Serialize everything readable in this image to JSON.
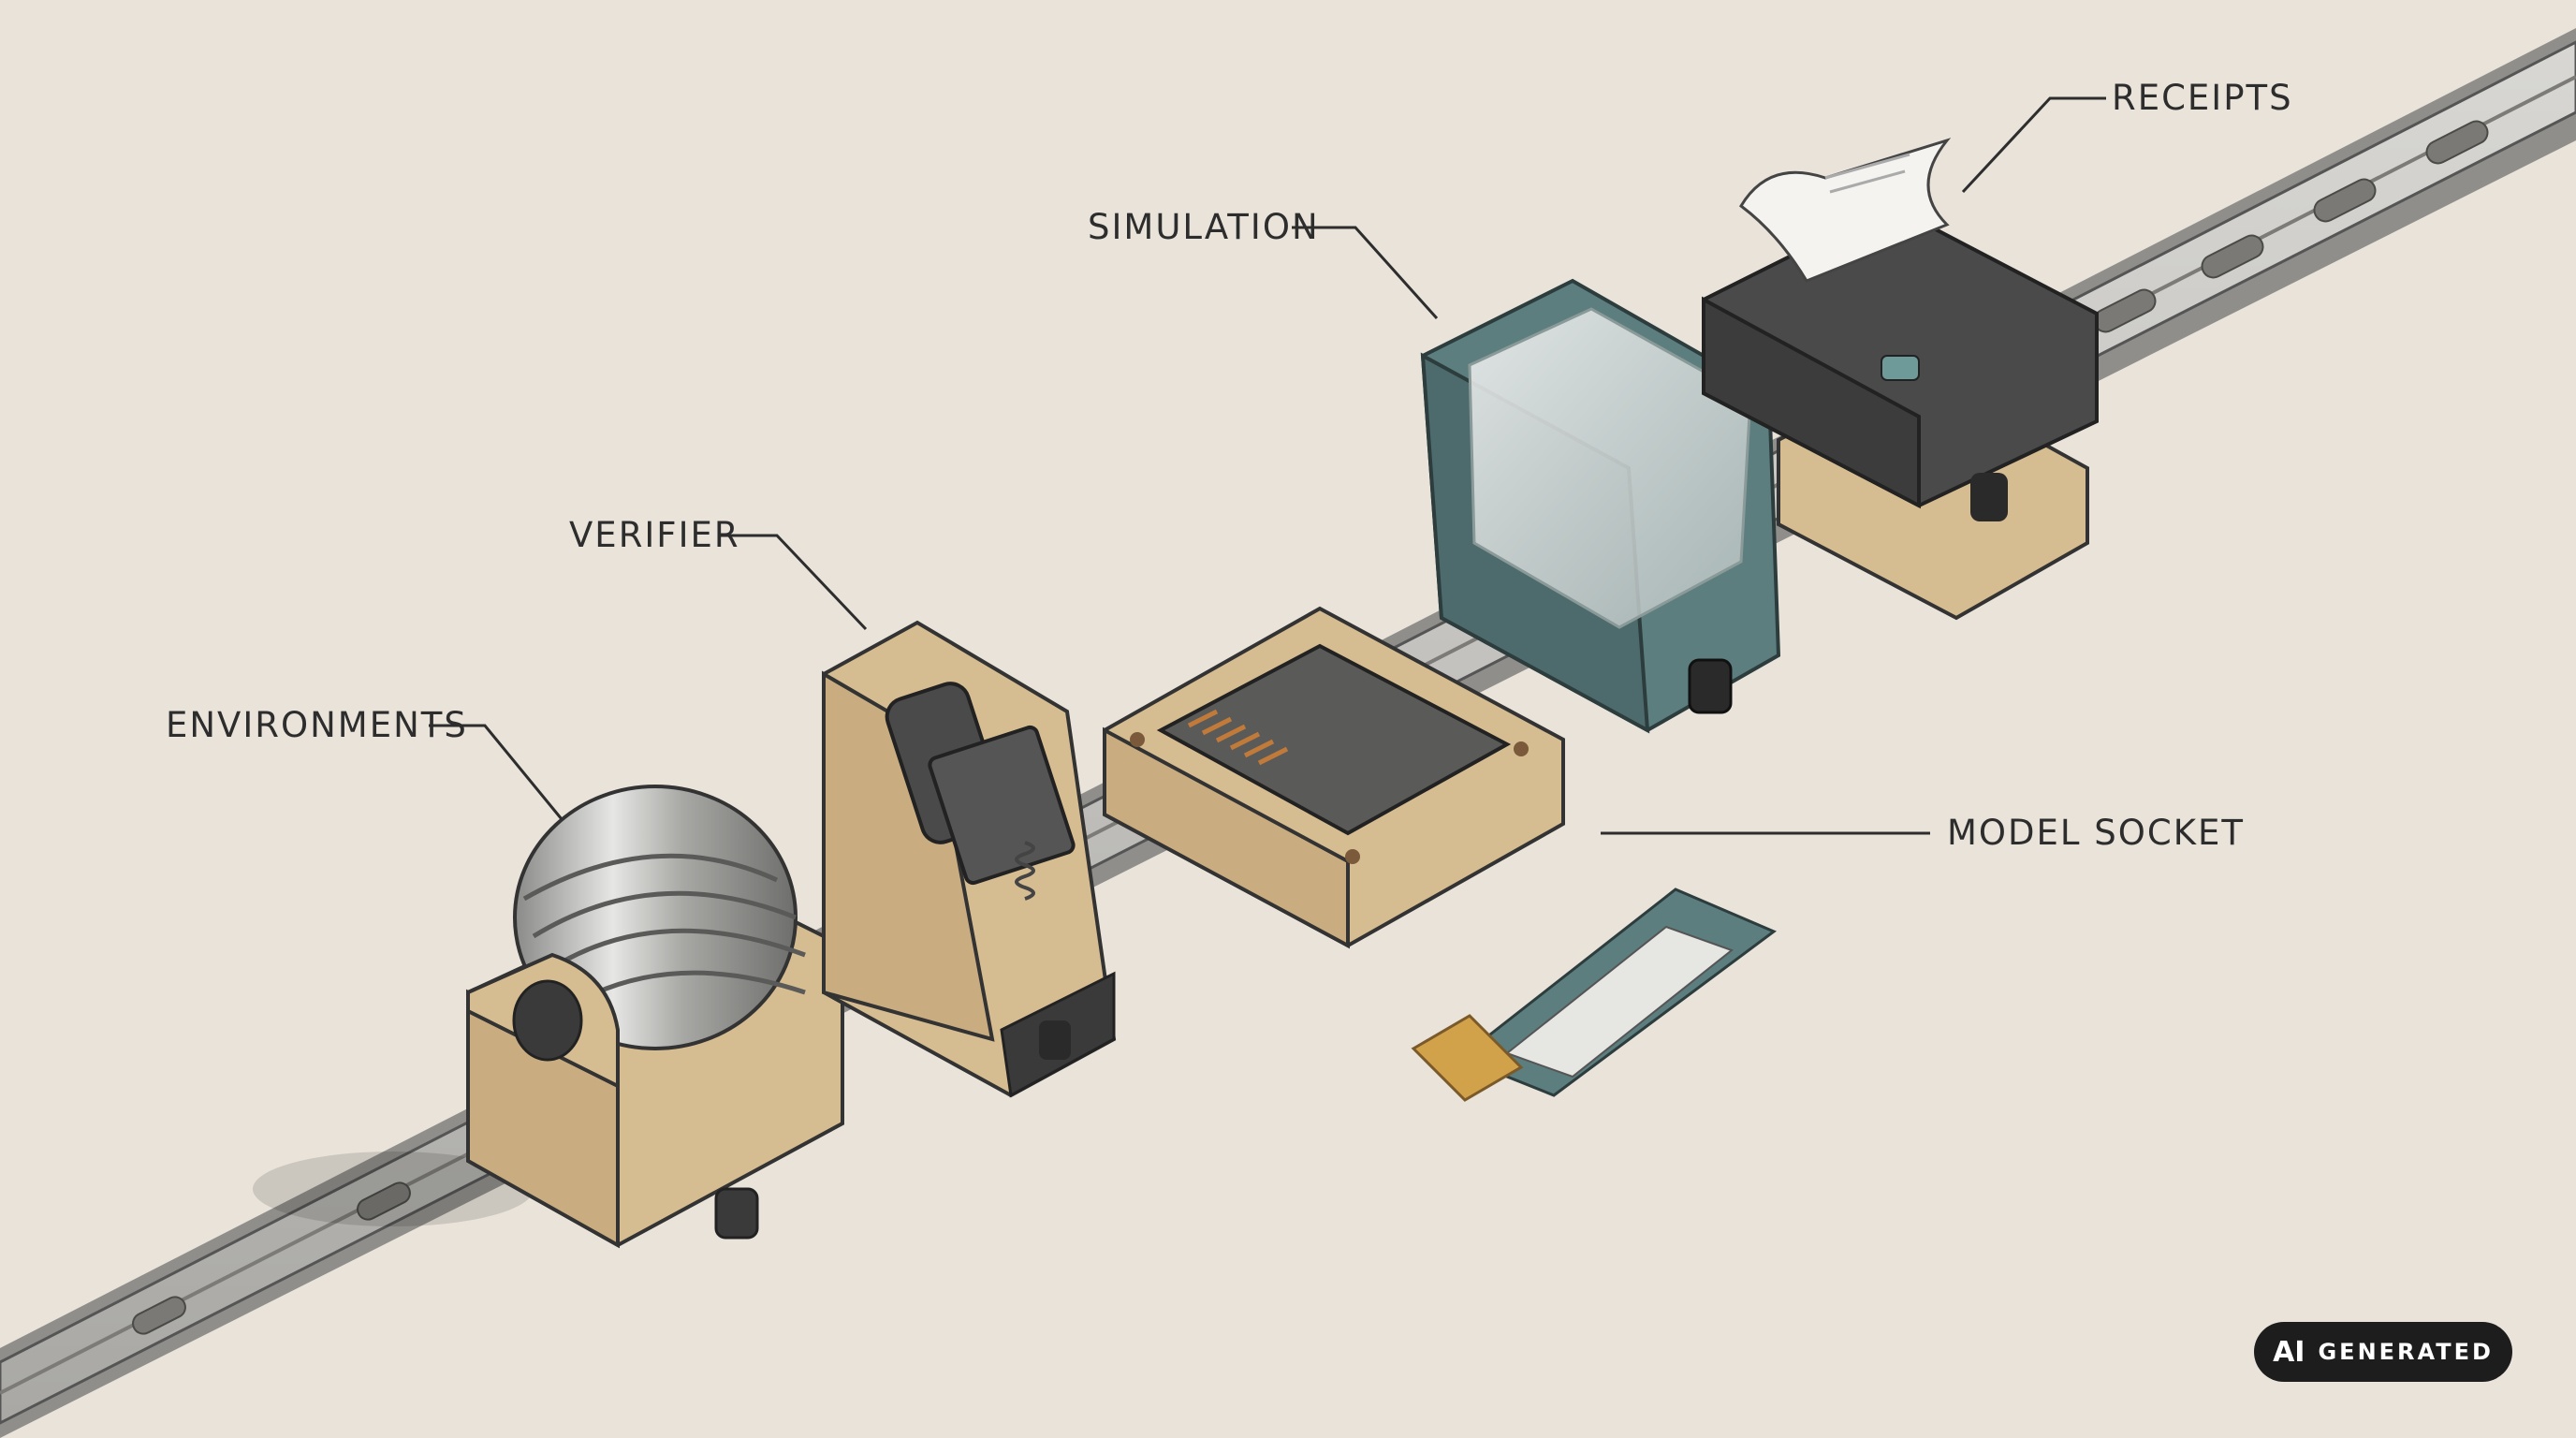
{
  "labels": {
    "environments": "ENVIRONMENTS",
    "verifier": "VERIFIER",
    "simulation": "SIMULATION",
    "receipts": "RECEIPTS",
    "model_socket": "MODEL SOCKET"
  },
  "badge": {
    "ai": "AI",
    "generated": "GENERATED"
  },
  "colors": {
    "background": "#e9e3da",
    "tan": "#d6bc91",
    "teal": "#5d7e7f",
    "printer": "#4a4a4a",
    "rail": "#b9b8b4"
  },
  "icons": [
    "rail-icon",
    "spool-icon",
    "verifier-clamp-icon",
    "socket-tray-icon",
    "simulation-cube-icon",
    "receipt-printer-icon",
    "usb-stick-icon"
  ]
}
